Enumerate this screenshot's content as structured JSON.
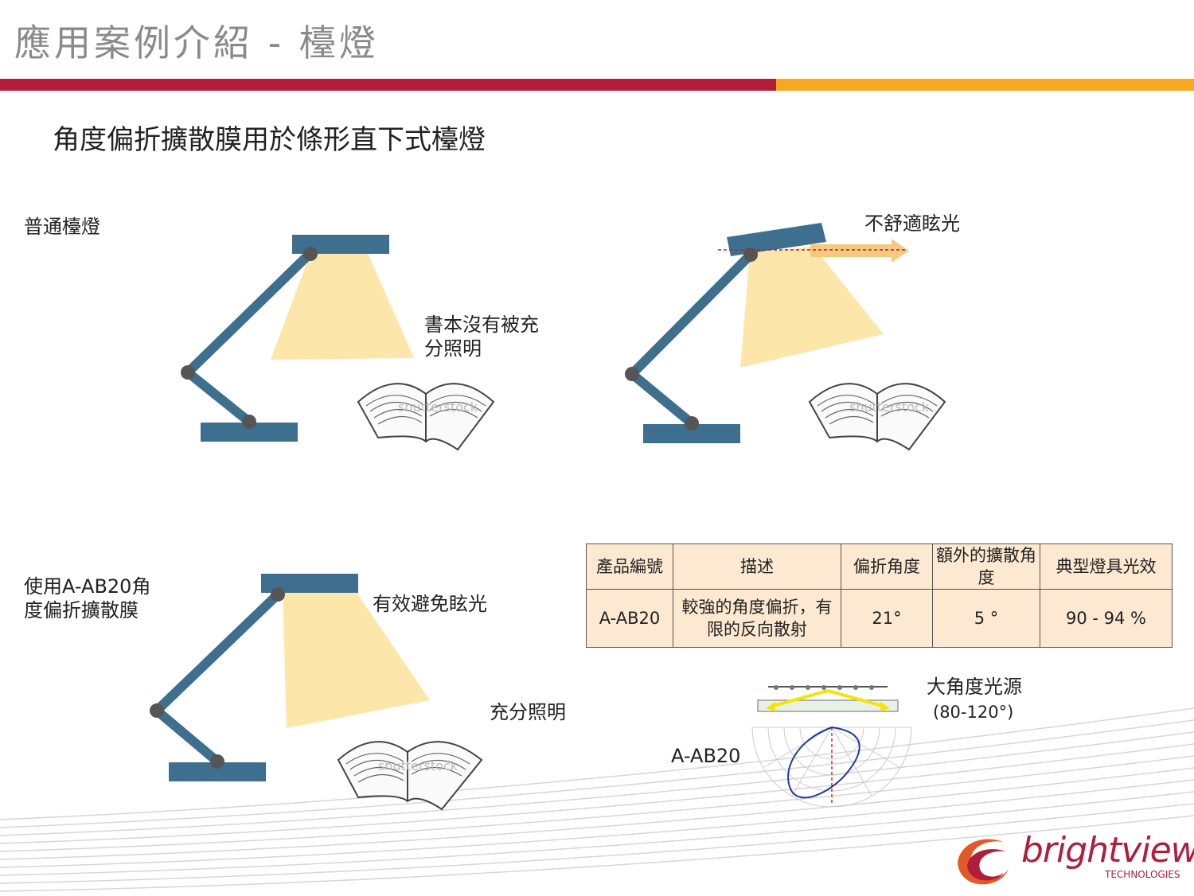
{
  "header": {
    "title": "應用案例介紹 - 檯燈",
    "subtitle": "角度偏折擴散膜用於條形直下式檯燈"
  },
  "scene_normal": {
    "label": "普通檯燈",
    "note": "書本沒有被充分照明",
    "glare_label": "不舒適眩光",
    "watermark": "shutterstock"
  },
  "scene_film": {
    "label": "使用A-AB20角度偏折擴散膜",
    "note_glare": "有效避免眩光",
    "note_light": "充分照明",
    "watermark": "shutterstock"
  },
  "spec_table": {
    "headers": [
      "產品編號",
      "描述",
      "偏折角度",
      "額外的擴散角度",
      "典型燈具光效"
    ],
    "row": [
      "A-AB20",
      "較強的角度偏折，有限的反向散射",
      "21°",
      "5 °",
      "90 - 94 %"
    ]
  },
  "light_source": {
    "label": "大角度光源",
    "range": "(80-120°)",
    "product": "A-AB20"
  },
  "logo": {
    "brand": "brightview",
    "tagline": "TECHNOLOGIES"
  },
  "colors": {
    "lamp": "#3e6f8e",
    "light": "#fde3a0",
    "accent_red": "#b01e3c",
    "accent_orange": "#f7a823",
    "table_bg": "#fde9d2"
  }
}
